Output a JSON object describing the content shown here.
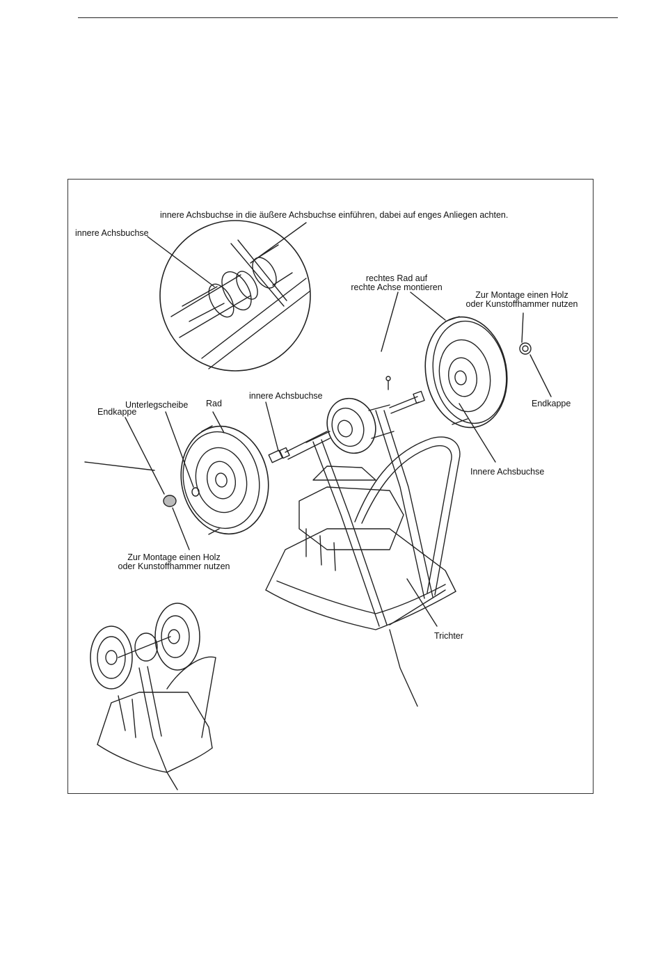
{
  "labels": {
    "top_instruction": "innere Achsbuchse in die äußere Achsbuchse einführen, dabei auf enges Anliegen achten.",
    "inner_bushing_detail": "innere Achsbuchse",
    "right_wheel_line1": "rechtes Rad auf",
    "right_wheel_line2": "rechte Achse montieren",
    "hammer_right_line1": "Zur Montage einen Holz",
    "hammer_right_line2": "oder Kunstoffhammer nutzen",
    "end_cap_right": "Endkappe",
    "washer": "Unterlegscheibe",
    "end_cap_left": "Endkappe",
    "wheel": "Rad",
    "inner_bushing_center": "innere Achsbuchse",
    "inner_bushing_right": "Innere Achsbuchse",
    "hammer_left_line1": "Zur Montage einen Holz",
    "hammer_left_line2": "oder Kunstoffhammer nutzen",
    "hopper": "Trichter"
  }
}
